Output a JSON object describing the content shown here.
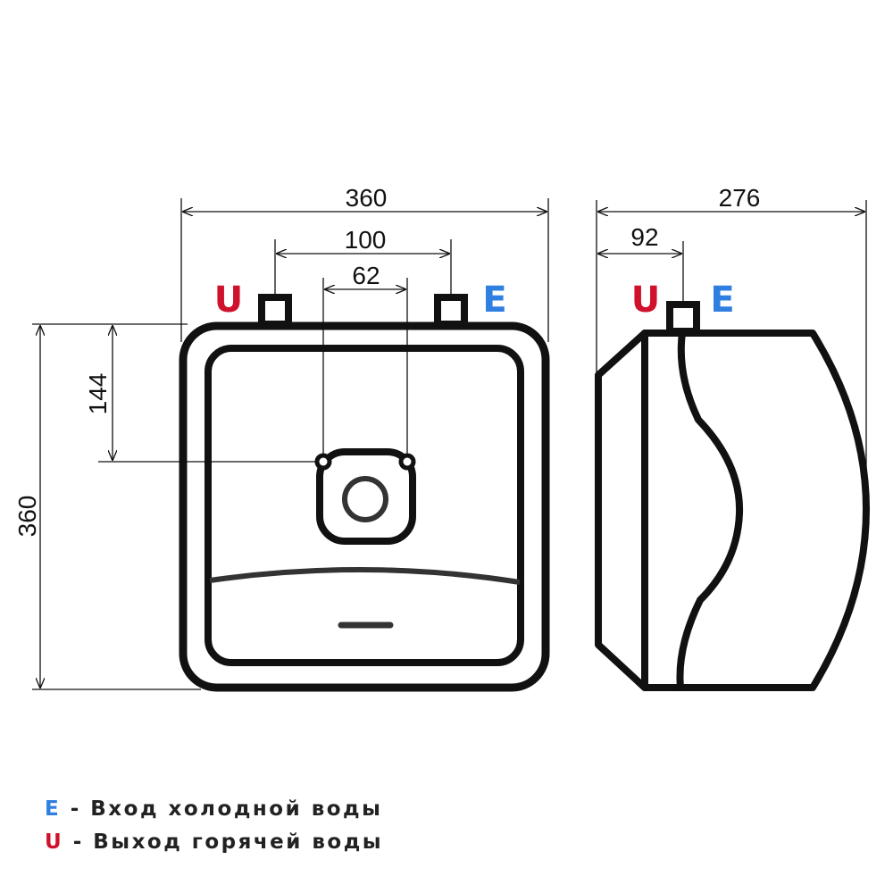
{
  "colors": {
    "outline": "#111111",
    "cold_inlet": "#2f7fe0",
    "hot_outlet": "#d0112b",
    "dimension_line": "#111111"
  },
  "front_view": {
    "dim_width": "360",
    "dim_height": "360",
    "dim_pipe_spacing": "100",
    "dim_mount_spacing": "62",
    "dim_mount_height": "144",
    "label_hot": "U",
    "label_cold": "E"
  },
  "side_view": {
    "dim_depth": "276",
    "dim_pipe_offset": "92",
    "label_hot": "U",
    "label_cold": "E"
  },
  "legend": [
    {
      "code": "E",
      "separator": " - ",
      "text": "Вход холодной воды"
    },
    {
      "code": "U",
      "separator": " - ",
      "text": "Выход горячей воды"
    }
  ]
}
